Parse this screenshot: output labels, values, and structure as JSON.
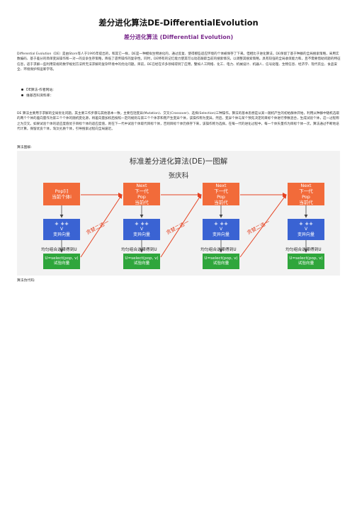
{
  "page": {
    "title": "差分进化算法DE-DifferentialEvolution",
    "subtitle": "差分进化算法 (Differential Evolution)",
    "intro_paragraph": "Differential Evolution（DE）是由Storn等人于1995年提出的，和其它一样，DE是一种模拟生物进化的，通过反复、使得那些适应环境的个体被保存了下来。但相比于进化算法，DE保留了基于种群的全局搜索策略，采用实数编码、基于差分的简单变异操作和一对一的竞争生存策略，降低了遗传操作的复杂性。同时，DE特有的记忆能力使其可以动态跟踪当前的搜索情况，以调整其搜索策略，具有较强的全局收敛能力和，且不需要借助问题的特征信息，适于求解一些利用常规的数学规划方法所无法求解的复杂环境中的优化问题。目前，DE已经在许多领域得到了应用，譬如人工网络、化工、电力、机械设计、机器人、信号处理、生物信息、经济学、现代农业、食品安全、环境保护和运筹学等。",
    "links": [
      "DE算法-作者网站:",
      "维基百科资料库："
    ],
    "body_paragraph": "DE 算法主要用于求解的全局优化问题。其主要工作步骤与其他基本一致，主要包括变异(Mutation)、交叉(Crossover)、选择(Selection)三种操作。算法的基本思想是从某一随机产生的初始群体开始，利用从种群中随机选取的两个个体的差向量作为第三个个体的随机变化源，将差向量加权后按照一定的规则与第三个个体求和而产生变异个体，该操作称为变异。然后，变异个体与某个预先决定的目标个体进行参数混合，生成试验个体，这一过程称之为交叉。如果试验个体的适应度值优于目标个体的适应度值，则在下一代中试验个体取代目标个体，否则目标个体仍保存下来，该操作称为选择。在每一代的进化过程中，每一个体矢量作为目标个体一次，算法通过不断地迭代计算，保留优良个体，淘汰劣质个体，引导搜索过程向全局逼近。",
    "figure_label": "算法图解:",
    "pseudocode_label": "算法伪代码:"
  },
  "figure": {
    "title": "标准差分进化算法(DE)一图解",
    "author": "张庆科",
    "pop_box_first": "Pop[i]\n当前个体i",
    "next_box": "Next\n下一代\nPop\n当前代",
    "mutation_plus": "+  ++",
    "mutation_v": "V",
    "mutation_label": "变异向量",
    "select_label": "均匀组合选择得到U",
    "trial_formula": "U=select(pop, v)",
    "trial_label": "试验向量",
    "diag_label": "贪婪二选一",
    "colors": {
      "red": "#f26b3a",
      "blue": "#3a63d3",
      "green": "#2fa63c",
      "diag": "#e54322"
    }
  }
}
